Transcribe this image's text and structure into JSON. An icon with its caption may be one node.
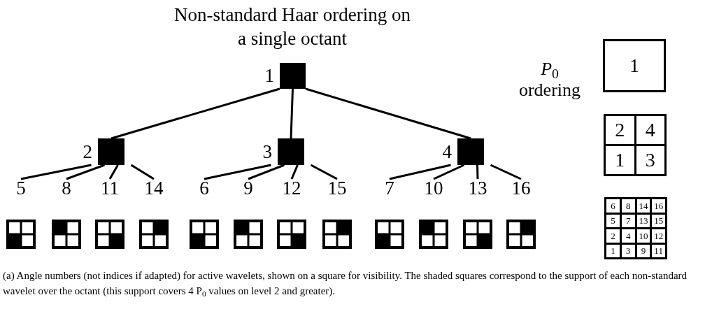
{
  "diagram": {
    "title": "Non-standard Haar ordering on a single octant",
    "caption": "(a) Angle numbers (not indices if adapted) for active wavelets, shown on a square for visibility. The shaded squares correspond to the support of each non-standard wavelet over the octant (this support covers 4 P$_{0}$ values on level 2 and greater).",
    "nodes": [
      {
        "text": [
          "1"
        ]
      },
      {
        "text": [
          "2"
        ]
      },
      {
        "text": [
          "3"
        ]
      },
      {
        "text": [
          "4"
        ]
      },
      {
        "text": [
          "5"
        ]
      },
      {
        "text": [
          "8"
        ]
      },
      {
        "text": [
          "11"
        ]
      },
      {
        "text": [
          "14"
        ]
      },
      {
        "text": [
          "6"
        ]
      },
      {
        "text": [
          "9"
        ]
      },
      {
        "text": [
          "12"
        ]
      },
      {
        "text": [
          "15"
        ]
      },
      {
        "text": [
          "7"
        ]
      },
      {
        "text": [
          "10"
        ]
      },
      {
        "text": [
          "13"
        ]
      },
      {
        "text": [
          "16"
        ]
      }
    ],
    "edges": [
      {
        "from": 0,
        "to": 1,
        "arrow": "none"
      },
      {
        "from": 0,
        "to": 2,
        "arrow": "none"
      },
      {
        "from": 0,
        "to": 3,
        "arrow": "none"
      },
      {
        "from": 1,
        "to": 4,
        "arrow": "none"
      },
      {
        "from": 1,
        "to": 5,
        "arrow": "none"
      },
      {
        "from": 1,
        "to": 6,
        "arrow": "none"
      },
      {
        "from": 1,
        "to": 7,
        "arrow": "none"
      },
      {
        "from": 2,
        "to": 8,
        "arrow": "none"
      },
      {
        "from": 2,
        "to": 9,
        "arrow": "none"
      },
      {
        "from": 2,
        "to": 10,
        "arrow": "none"
      },
      {
        "from": 2,
        "to": 11,
        "arrow": "none"
      },
      {
        "from": 3,
        "to": 12,
        "arrow": "none"
      },
      {
        "from": 3,
        "to": 13,
        "arrow": "none"
      },
      {
        "from": 3,
        "to": 14,
        "arrow": "none"
      },
      {
        "from": 3,
        "to": 15,
        "arrow": "none"
      }
    ],
    "labels": [
      "*P*$_{0}$ ordering",
      "1",
      "2",
      "4",
      "1",
      "3",
      "6",
      "8",
      "14",
      "16",
      "5",
      "7",
      "13",
      "15",
      "2",
      "4",
      "10",
      "12",
      "1",
      "3",
      "9",
      "11"
    ]
  }
}
